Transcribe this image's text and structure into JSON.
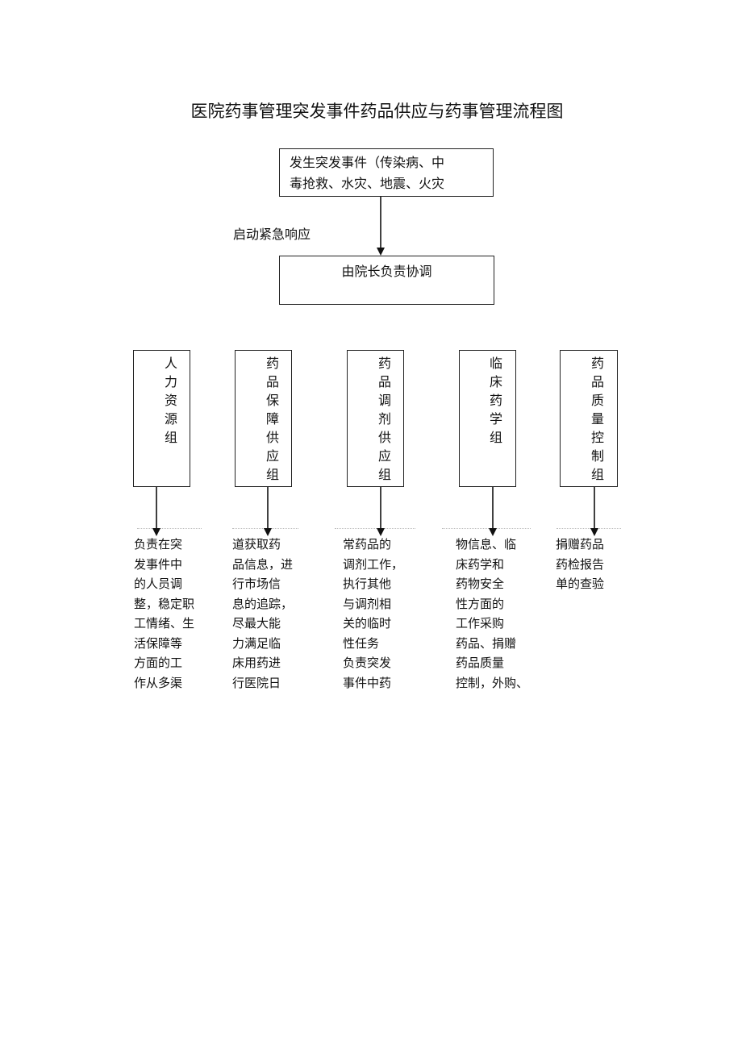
{
  "title": "医院药事管理突发事件药品供应与药事管理流程图",
  "event_box": {
    "lines": [
      "发生突发事件（传染病、中",
      "毒抢救、水灾、地震、火灾"
    ]
  },
  "edge_label": "启动紧急响应",
  "coord_box": {
    "label": "由院长负责协调"
  },
  "groups": [
    {
      "label": "人力资源组",
      "desc": [
        "负责在突",
        "发事件中",
        "的人员调",
        "整，稳定职",
        "工情绪、生",
        "活保障等",
        "方面的工",
        "作从多渠"
      ]
    },
    {
      "label": "药品保障供应组",
      "desc": [
        "道获取药",
        "品信息，进",
        "行市场信",
        "息的追踪，",
        "尽最大能",
        "力满足临",
        "床用药进",
        "行医院日"
      ]
    },
    {
      "label": "药品调剂供应组",
      "desc": [
        "常药品的",
        "调剂工作，",
        "执行其他",
        "与调剂相",
        "关的临时",
        "性任务",
        "负责突发",
        "事件中药"
      ]
    },
    {
      "label": "临床药学组",
      "desc": [
        "物信息、临",
        "床药学和",
        "药物安全",
        "性方面的",
        "工作采购",
        "药品、捐赠",
        "药品质量",
        "控制，外购、"
      ]
    },
    {
      "label": "药品质量控制组",
      "desc": [
        "捐赠药品",
        "药检报告",
        "单的查验"
      ]
    }
  ]
}
